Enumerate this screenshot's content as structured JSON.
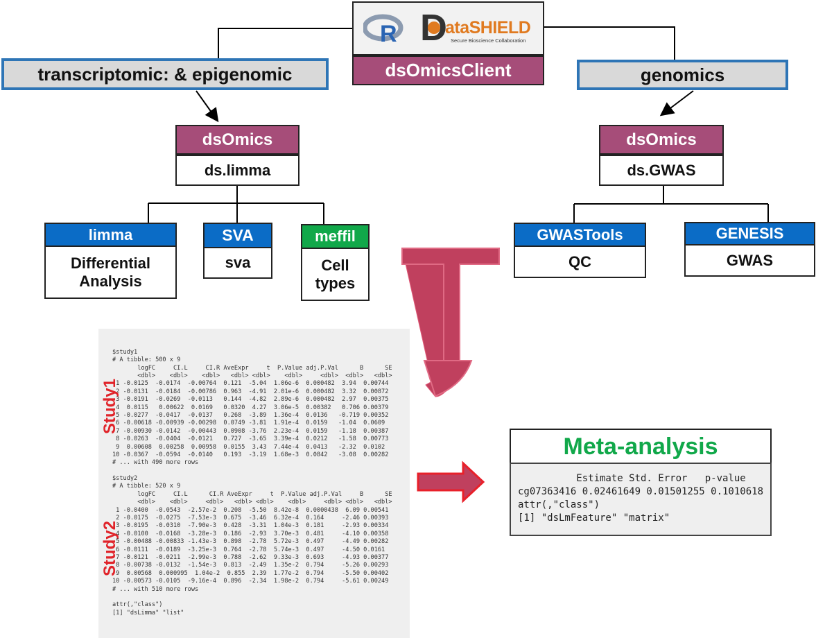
{
  "logo": {
    "r_letter": "R",
    "datashield_d": "D",
    "datashield_name": "ataSHIELD",
    "datashield_tagline": "Secure Bioscience Collaboration"
  },
  "client": {
    "label": "dsOmicsClient"
  },
  "left_branch": {
    "title": "transcriptomic: & epigenomic",
    "package": "dsOmics",
    "function": "ds.limma",
    "children": [
      {
        "head": "limma",
        "body_line1": "Differential",
        "body_line2": "Analysis"
      },
      {
        "head": "SVA",
        "body_line1": "sva"
      },
      {
        "head": "meffil",
        "body_line1": "Cell",
        "body_line2": "types"
      }
    ]
  },
  "right_branch": {
    "title": "genomics",
    "package": "dsOmics",
    "function": "ds.GWAS",
    "children": [
      {
        "head": "GWASTools",
        "body_line1": "QC"
      },
      {
        "head": "GENESIS",
        "body_line1": "GWAS"
      }
    ]
  },
  "study_labels": {
    "study1": "Study1",
    "study2": "Study2"
  },
  "console_lines": [
    "$study1",
    "# A tibble: 500 x 9",
    "       logFC     CI.L     CI.R AveExpr     t  P.Value adj.P.Val      B      SE",
    "       <dbl>    <dbl>    <dbl>   <dbl> <dbl>    <dbl>     <dbl>  <dbl>   <dbl>",
    " 1 -0.0125  -0.0174  -0.00764  0.121  -5.04  1.06e-6  0.000482  3.94  0.00744",
    " 2 -0.0131  -0.0184  -0.00786  0.963  -4.91  2.01e-6  0.000482  3.32  0.00872",
    " 3 -0.0191  -0.0269  -0.0113   0.144  -4.82  2.89e-6  0.000482  2.97  0.00375",
    " 4  0.0115   0.00622  0.0169   0.0320  4.27  3.06e-5  0.00382   0.706 0.00379",
    " 5 -0.0277  -0.0417  -0.0137   0.268  -3.89  1.36e-4  0.0136   -0.719 0.00352",
    " 6 -0.00618 -0.00939 -0.00298  0.0749 -3.81  1.91e-4  0.0159   -1.04  0.0609",
    " 7 -0.00930 -0.0142  -0.00443  0.0908 -3.76  2.23e-4  0.0159   -1.18  0.00387",
    " 8 -0.0263  -0.0404  -0.0121   0.727  -3.65  3.39e-4  0.0212   -1.58  0.00773",
    " 9  0.00608  0.00258  0.00958  0.0155  3.43  7.44e-4  0.0413   -2.32  0.0102",
    "10 -0.0367  -0.0594  -0.0140   0.193  -3.19  1.68e-3  0.0842   -3.08  0.00282",
    "# ... with 490 more rows",
    "",
    "$study2",
    "# A tibble: 520 x 9",
    "       logFC     CI.L      CI.R AveExpr     t  P.Value adj.P.Val     B      SE",
    "       <dbl>    <dbl>     <dbl>   <dbl> <dbl>    <dbl>     <dbl> <dbl>   <dbl>",
    " 1 -0.0400  -0.0543  -2.57e-2  0.208  -5.50  8.42e-8  0.0000438  6.09 0.00541",
    " 2 -0.0175  -0.0275  -7.53e-3  0.675  -3.46  6.32e-4  0.164     -2.46 0.00393",
    " 3 -0.0195  -0.0310  -7.90e-3  0.428  -3.31  1.04e-3  0.181     -2.93 0.00334",
    " 4 -0.0100  -0.0168  -3.28e-3  0.186  -2.93  3.70e-3  0.481     -4.10 0.00358",
    " 5 -0.00488 -0.00833 -1.43e-3  0.898  -2.78  5.72e-3  0.497     -4.49 0.00282",
    " 6 -0.0111  -0.0189  -3.25e-3  0.764  -2.78  5.74e-3  0.497     -4.50 0.0161",
    " 7 -0.0121  -0.0211  -2.99e-3  0.788  -2.62  9.33e-3  0.693     -4.93 0.00377",
    " 8 -0.00738 -0.0132  -1.54e-3  0.813  -2.49  1.35e-2  0.794     -5.26 0.00293",
    " 9  0.00568  0.000995  1.04e-2  0.855  2.39  1.77e-2  0.794     -5.50 0.00402",
    "10 -0.00573 -0.0105  -9.16e-4  0.896  -2.34  1.98e-2  0.794     -5.61 0.00249",
    "# ... with 510 more rows",
    "",
    "attr(,\"class\")",
    "[1] \"dsLimma\" \"list\""
  ],
  "meta": {
    "title": "Meta-analysis",
    "lines": [
      "          Estimate Std. Error   p-value",
      "cg07363416 0.02461649 0.01501255 0.1010618",
      "attr(,\"class\")",
      "[1] \"dsLmFeature\" \"matrix\""
    ]
  },
  "colors": {
    "maroon": "#a64d79",
    "blue": "#0b6cc6",
    "green": "#11a84a",
    "border_blue": "#2e75b6",
    "arrow_red": "#c0405e",
    "meta_green": "#11a84a",
    "study_red": "#e0242a"
  }
}
